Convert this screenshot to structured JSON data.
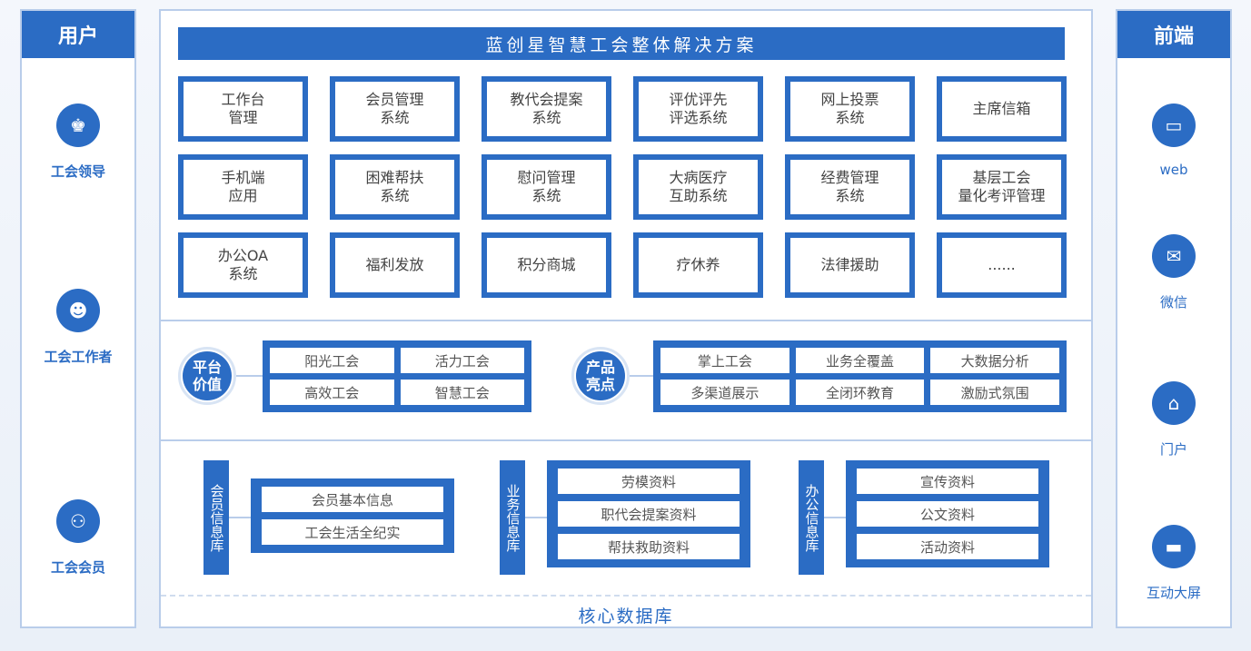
{
  "left": {
    "header": "用户",
    "items": [
      {
        "label": "工会领导",
        "icon": "leader-icon"
      },
      {
        "label": "工会工作者",
        "icon": "worker-group-icon"
      },
      {
        "label": "工会会员",
        "icon": "members-icon"
      }
    ]
  },
  "right": {
    "header": "前端",
    "items": [
      {
        "label": "web",
        "icon": "monitor-icon"
      },
      {
        "label": "微信",
        "icon": "wechat-icon"
      },
      {
        "label": "门户",
        "icon": "home-icon"
      },
      {
        "label": "互动大屏",
        "icon": "screen-icon"
      }
    ]
  },
  "title": "蓝创星智慧工会整体解决方案",
  "modules": [
    [
      "工作台\n管理",
      "会员管理\n系统",
      "教代会提案\n系统",
      "评优评先\n评选系统",
      "网上投票\n系统",
      "主席信箱"
    ],
    [
      "手机端\n应用",
      "困难帮扶\n系统",
      "慰问管理\n系统",
      "大病医疗\n互助系统",
      "经费管理\n系统",
      "基层工会\n量化考评管理"
    ],
    [
      "办公OA\n系统",
      "福利发放",
      "积分商城",
      "疗休养",
      "法律援助",
      "......"
    ]
  ],
  "platform": {
    "label": "平台\n价值",
    "items": [
      "阳光工会",
      "活力工会",
      "高效工会",
      "智慧工会"
    ]
  },
  "product": {
    "label": "产品\n亮点",
    "items": [
      "掌上工会",
      "业务全覆盖",
      "大数据分析",
      "多渠道展示",
      "全闭环教育",
      "激励式氛围"
    ]
  },
  "databases": [
    {
      "label": "会员信息库",
      "items": [
        "会员基本信息",
        "工会生活全纪实"
      ]
    },
    {
      "label": "业务信息库",
      "items": [
        "劳模资料",
        "职代会提案资料",
        "帮扶救助资料"
      ]
    },
    {
      "label": "办公信息库",
      "items": [
        "宣传资料",
        "公文资料",
        "活动资料"
      ]
    }
  ],
  "core": "核心数据库"
}
